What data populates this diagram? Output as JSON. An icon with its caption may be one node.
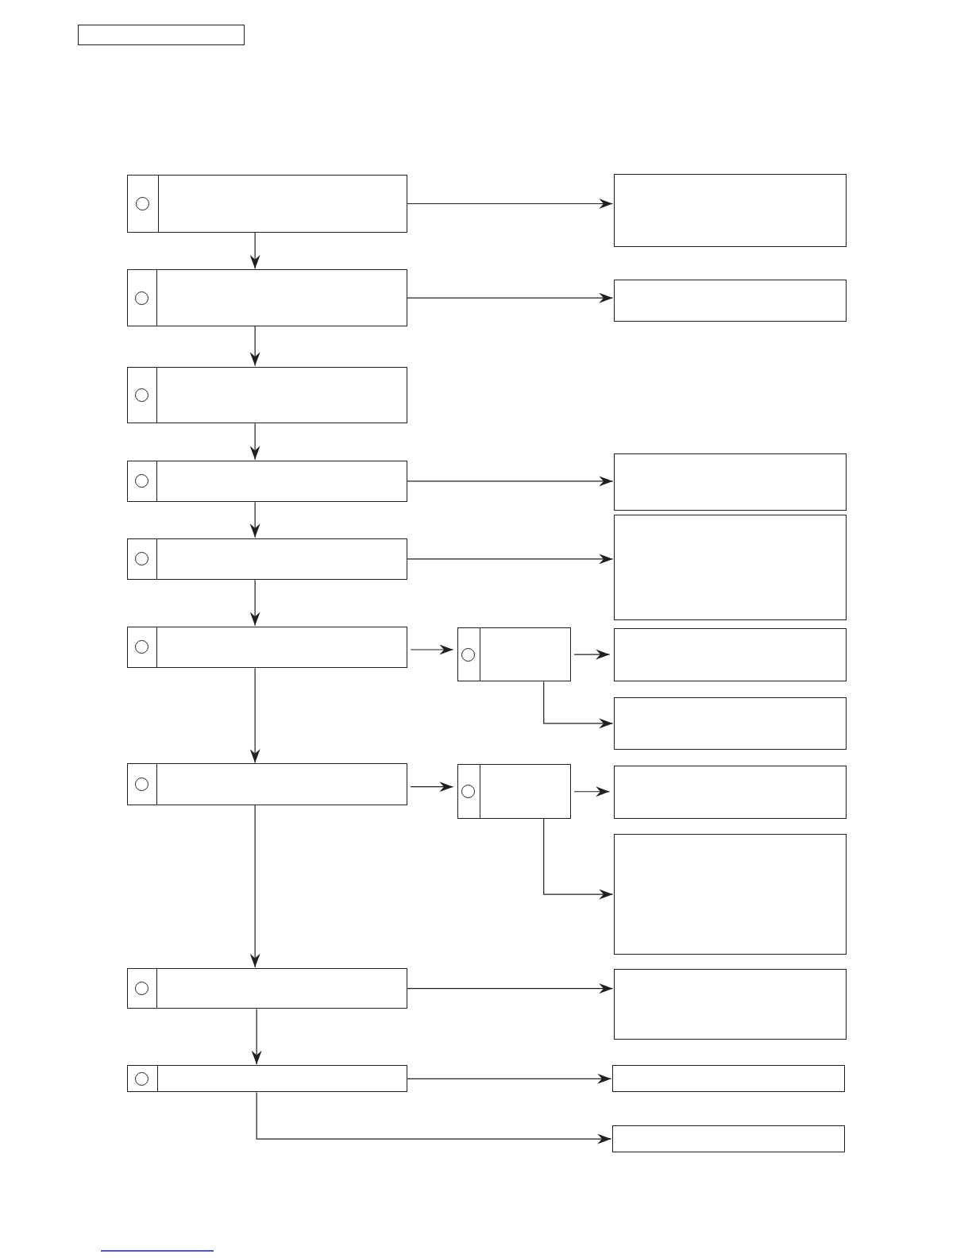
{
  "diagram": {
    "nodes": [
      {
        "text": [],
        "shape": "box"
      },
      {
        "text": [],
        "shape": "box"
      },
      {
        "text": [],
        "shape": "box"
      },
      {
        "text": [],
        "shape": "box"
      },
      {
        "text": [],
        "shape": "box"
      },
      {
        "text": [],
        "shape": "box"
      },
      {
        "text": [],
        "shape": "box"
      },
      {
        "text": [],
        "shape": "box"
      },
      {
        "text": [],
        "shape": "box"
      },
      {
        "text": [],
        "shape": "box"
      },
      {
        "text": [],
        "shape": "box"
      },
      {
        "text": [],
        "shape": "box"
      },
      {
        "text": [],
        "shape": "box"
      },
      {
        "text": [],
        "shape": "box"
      },
      {
        "text": [],
        "shape": "box"
      },
      {
        "text": [],
        "shape": "box"
      },
      {
        "text": [],
        "shape": "box"
      },
      {
        "text": [],
        "shape": "box"
      },
      {
        "text": [],
        "shape": "box"
      },
      {
        "text": [],
        "shape": "box"
      },
      {
        "text": [],
        "shape": "box"
      },
      {
        "text": [],
        "shape": "box"
      },
      {
        "text": [],
        "shape": "box"
      }
    ],
    "edges": [
      {
        "from": 1,
        "to": 2,
        "arrow": "to"
      },
      {
        "from": 2,
        "to": 3,
        "arrow": "to"
      },
      {
        "from": 3,
        "to": 4,
        "arrow": "to"
      },
      {
        "from": 4,
        "to": 5,
        "arrow": "to"
      },
      {
        "from": 5,
        "to": 6,
        "arrow": "to"
      },
      {
        "from": 6,
        "to": 7,
        "arrow": "to"
      },
      {
        "from": 7,
        "to": 8,
        "arrow": "to"
      },
      {
        "from": 8,
        "to": 9,
        "arrow": "to"
      },
      {
        "from": 1,
        "to": 12,
        "arrow": "to"
      },
      {
        "from": 2,
        "to": 13,
        "arrow": "to"
      },
      {
        "from": 4,
        "to": 14,
        "arrow": "to"
      },
      {
        "from": 5,
        "to": 15,
        "arrow": "to"
      },
      {
        "from": 6,
        "to": 10,
        "arrow": "to"
      },
      {
        "from": 10,
        "to": 16,
        "arrow": "to"
      },
      {
        "from": 10,
        "to": 17,
        "arrow": "to"
      },
      {
        "from": 7,
        "to": 11,
        "arrow": "to"
      },
      {
        "from": 11,
        "to": 18,
        "arrow": "to"
      },
      {
        "from": 11,
        "to": 19,
        "arrow": "to"
      },
      {
        "from": 8,
        "to": 20,
        "arrow": "to"
      },
      {
        "from": 9,
        "to": 21,
        "arrow": "to"
      },
      {
        "from": 9,
        "to": 22,
        "arrow": "to"
      }
    ]
  }
}
